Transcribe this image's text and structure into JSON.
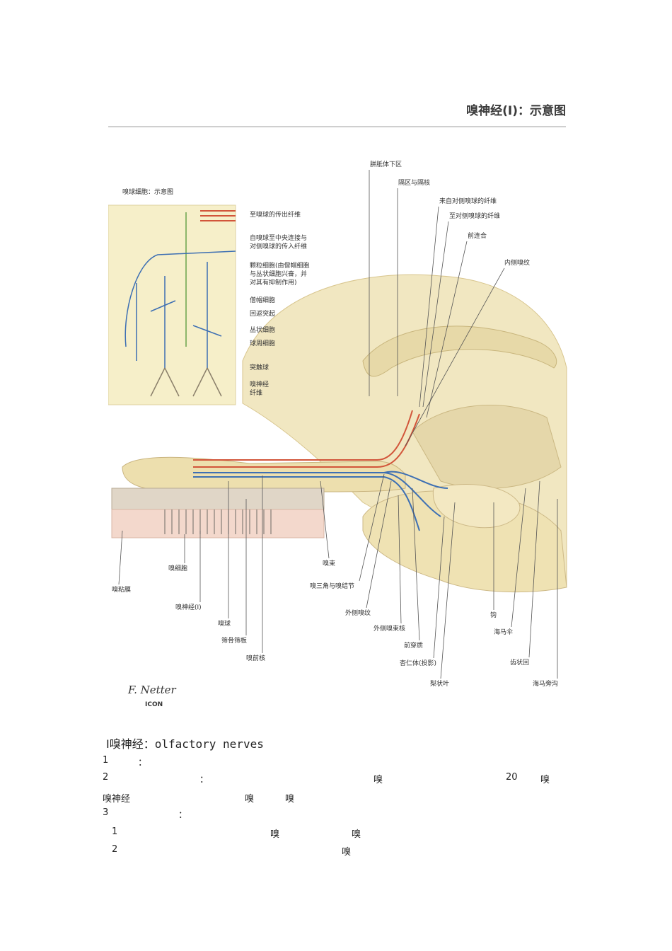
{
  "page": {
    "title": "嗅神经(Ⅰ)：示意图"
  },
  "figure": {
    "inset_title": "嗅球细胞：示意图",
    "inset_labels": [
      "至嗅球的传出纤维",
      "自嗅球至中央连接与",
      "对侧嗅球的传入纤维",
      "颗粒细胞(由僧帽细胞",
      "与丛状细胞兴奋，并",
      "对其有抑制作用)",
      "僧帽细胞",
      "回返突起",
      "丛状细胞",
      "球周细胞",
      "突触球",
      "嗅神经",
      "纤维"
    ],
    "top_labels": [
      "胼胝体下区",
      "隔区与隔核",
      "来自对侧嗅球的纤维",
      "至对侧嗅球的纤维",
      "前连合",
      "内侧嗅纹"
    ],
    "bottom_labels": [
      "嗅粘膜",
      "嗅细胞",
      "嗅神经(Ⅰ)",
      "嗅球",
      "筛骨筛板",
      "嗅前核",
      "嗅束",
      "嗅三角与嗅结节",
      "外侧嗅纹",
      "外侧嗅束核",
      "前穿质",
      "杏仁体(投影)",
      "梨状叶",
      "钩",
      "海马伞",
      "齿状回",
      "海马旁沟"
    ],
    "signature": "F. Netter",
    "logo": "ICON"
  },
  "document": {
    "heading": "Ⅰ嗅神经：olfactory nerves",
    "items": [
      {
        "num": "1",
        "colon": "："
      },
      {
        "num": "2",
        "colon": "：",
        "w1": "嗅",
        "num2": "20",
        "w2": "嗅"
      },
      {
        "text": "嗅神经",
        "w1": "嗅",
        "w2": "嗅"
      },
      {
        "num": "3",
        "colon": "："
      },
      {
        "num": "1",
        "w1": "嗅",
        "w2": "嗅"
      },
      {
        "num": "2",
        "w1": "嗅"
      }
    ]
  }
}
